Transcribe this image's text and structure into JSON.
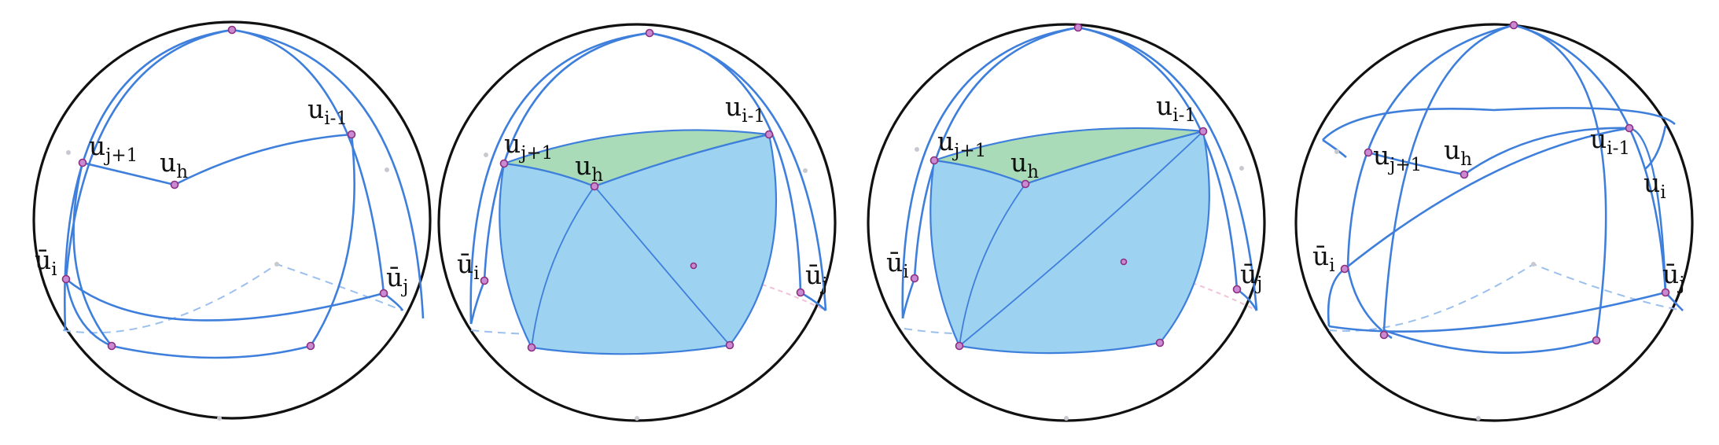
{
  "colors": {
    "sphere": "#111111",
    "arc": "#3f7fdc",
    "face_blue": "#9dd3f0",
    "face_green": "#a9dbb8",
    "vertex": "#c98ad2"
  },
  "labels": {
    "u_h": {
      "base": "u",
      "sub": "h"
    },
    "u_j1": {
      "base": "u",
      "sub": "j+1"
    },
    "u_i1": {
      "base": "u",
      "sub": "i-1"
    },
    "u_i": {
      "base": "u",
      "sub": "i"
    },
    "ubar_i": {
      "base": "ū",
      "sub": "i"
    },
    "ubar_j": {
      "base": "ū",
      "sub": "j"
    }
  }
}
